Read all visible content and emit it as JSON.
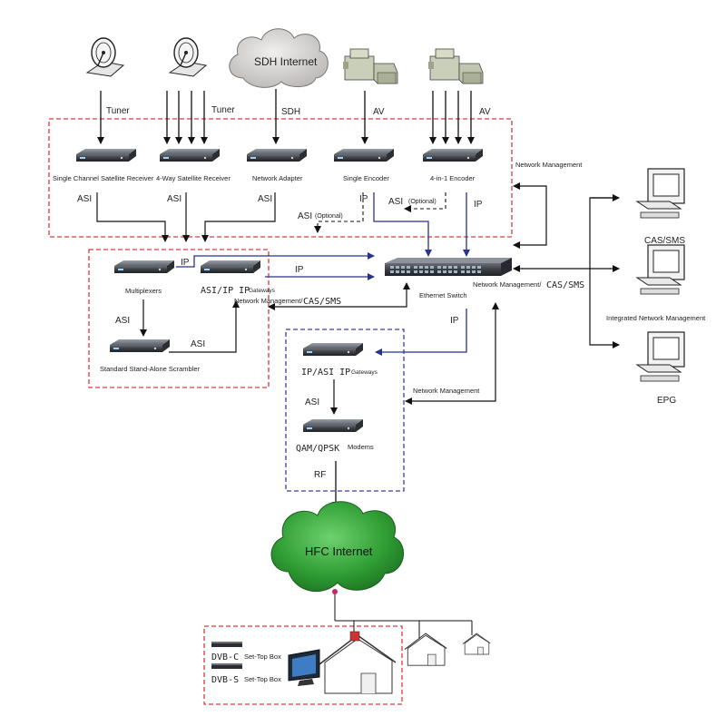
{
  "sources": {
    "dish1": "satellite-dish",
    "dish2": "satellite-dish",
    "sdh_cloud": "SDH Internet",
    "cam1": "video-camera",
    "cam2": "video-camera"
  },
  "link_labels": {
    "tuner1": "Tuner",
    "tuner2": "Tuner",
    "sdh": "SDH",
    "av1": "AV",
    "av2": "AV",
    "asi1": "ASI",
    "asi2": "ASI",
    "asi3": "ASI",
    "asi_opt": "ASI",
    "optional1": "(Optional)",
    "optional2": "(Optional)",
    "ip_enc1": "IP",
    "ip_enc2": "IP",
    "ip_mux": "IP",
    "ip_gw": "IP",
    "asi_mux": "ASI",
    "asi_scr": "ASI",
    "ip_switch_down": "IP",
    "asi_gw": "ASI",
    "rf": "RF"
  },
  "devices": {
    "single_receiver": "Single Channel Satellite Receiver",
    "four_way_receiver": "4-Way Satellite Receiver",
    "network_adapter": "Network Adapter",
    "single_encoder": "Single Encoder",
    "four_in_one_encoder": "4-in-1 Encoder",
    "multiplexers": "Multiplexers",
    "asi_ip_gateway_main": "ASI/IP IP",
    "asi_ip_gateway_suffix": "Gateways",
    "scrambler": "Standard Stand-Alone Scrambler",
    "ethernet_switch": "Ethernet Switch",
    "ip_asi_gateway_main": "IP/ASI IP",
    "ip_asi_gateway_suffix": "Gateways",
    "modems_main": "QAM/QPSK",
    "modems_suffix": "Modems"
  },
  "management": {
    "nm_top": "Network Management",
    "nm_left_prefix": "Network Management/",
    "nm_left_main": "CAS/SMS",
    "nm_right_prefix": "Network Management/",
    "nm_right_main": "CAS/SMS",
    "nm_bottom": "Network Management"
  },
  "servers": {
    "cas_sms": "CAS/SMS",
    "integrated_nm": "Integrated Network Management",
    "epg": "EPG"
  },
  "hfc": {
    "cloud": "HFC Internet"
  },
  "subscriber": {
    "dvbc": "DVB-C",
    "dvbc_suffix": "Set-Top Box",
    "dvbs": "DVB-S",
    "dvbs_suffix": "Set-Top Box"
  },
  "colors": {
    "red_dash": "#e0393b",
    "blue_dash": "#3b3f9e",
    "blue_line": "#28338c",
    "cloud_gray": "#c9c7c7",
    "cloud_green": "#2d9a32"
  }
}
